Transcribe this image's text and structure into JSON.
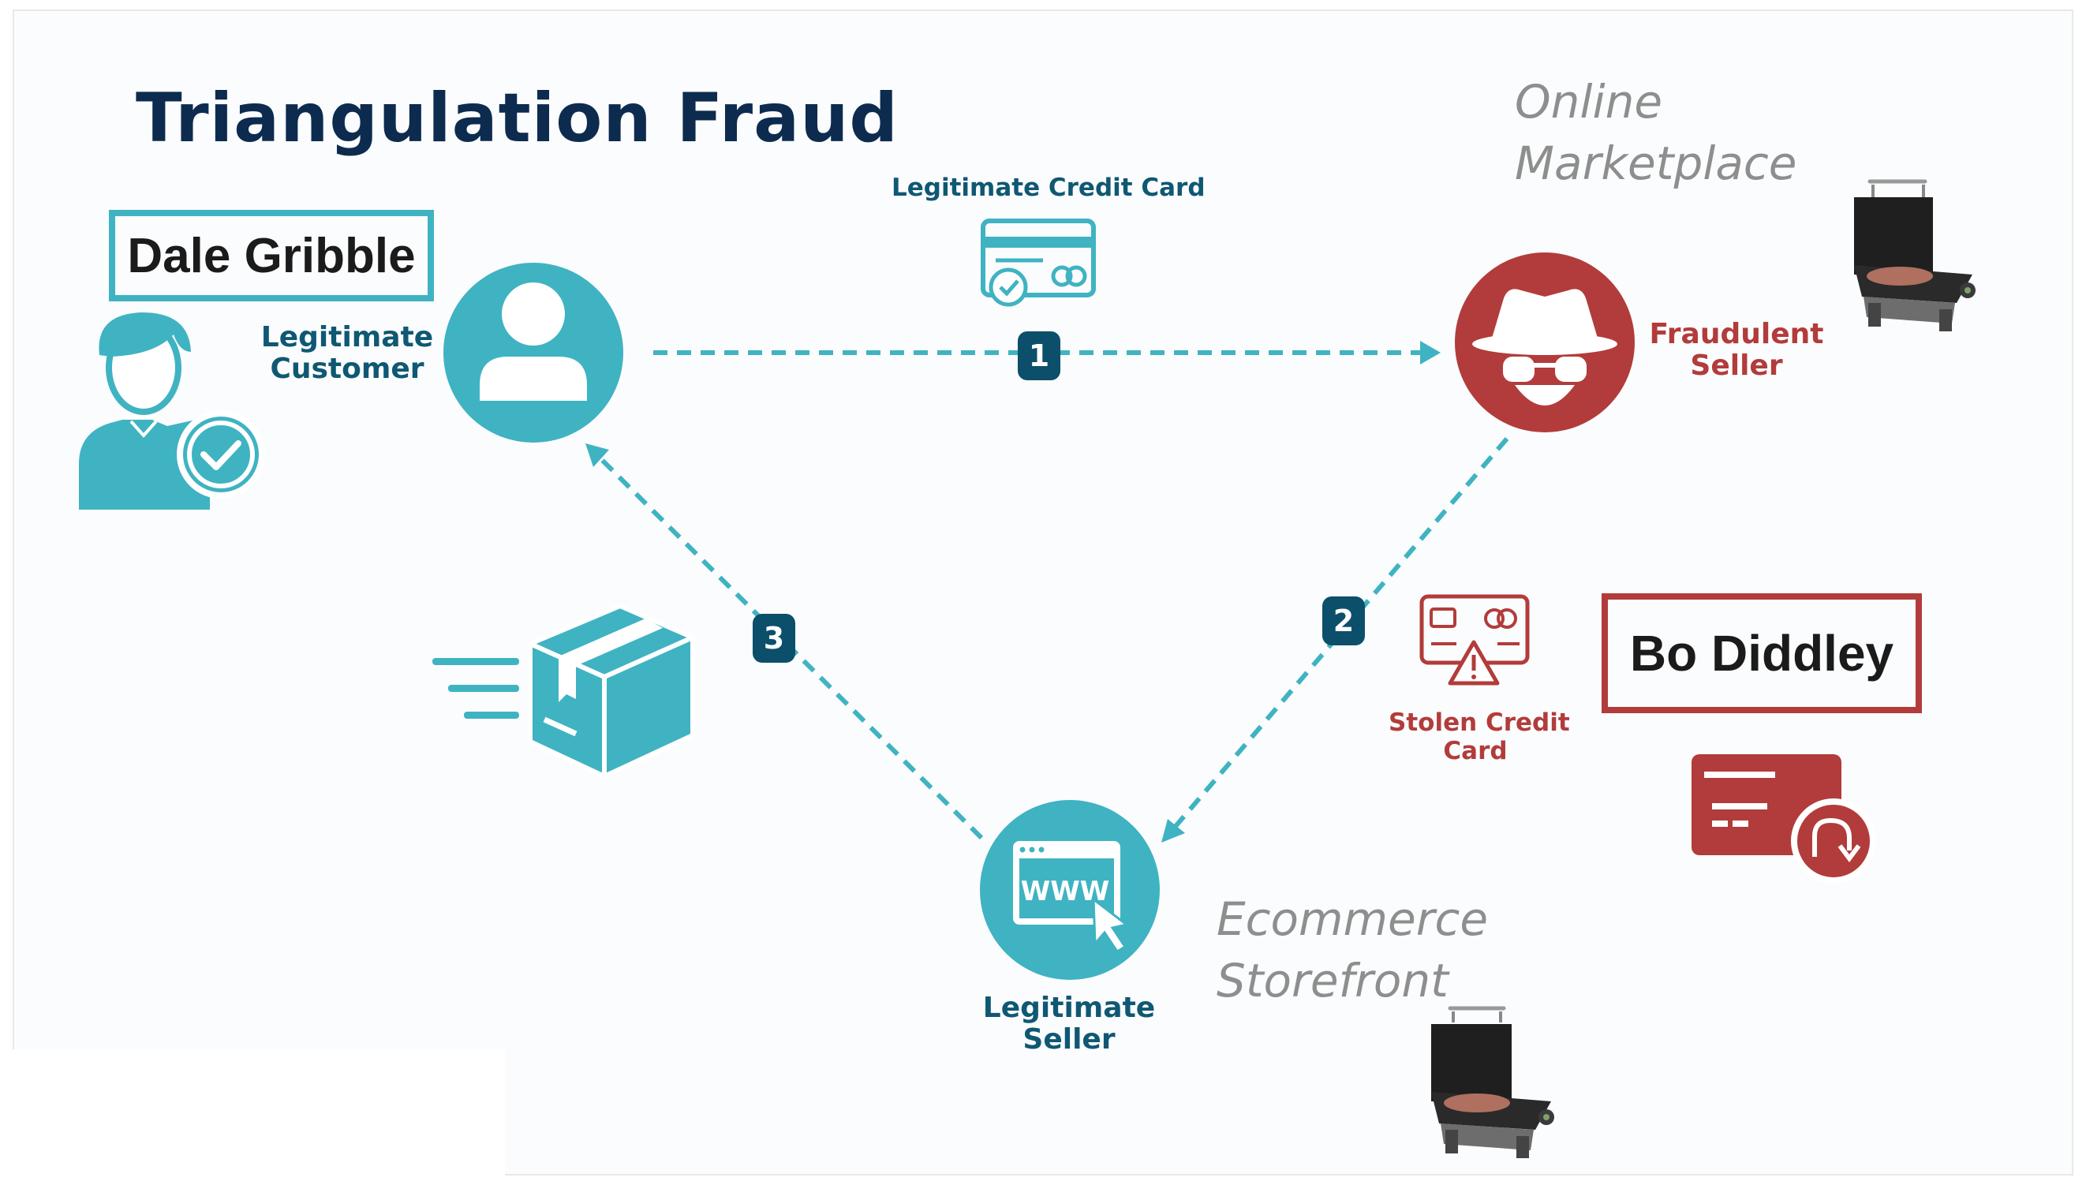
{
  "title": "Triangulation Fraud",
  "name_boxes": {
    "customer_name": "Dale Gribble",
    "fraudster_name": "Bo Diddley"
  },
  "annotations": {
    "marketplace_line1": "Online",
    "marketplace_line2": "Marketplace",
    "storefront_line1": "Ecommerce",
    "storefront_line2": "Storefront"
  },
  "nodes": {
    "customer": {
      "line1": "Legitimate",
      "line2": "Customer"
    },
    "fraud_seller": {
      "line1": "Fraudulent",
      "line2": "Seller"
    },
    "legit_seller": {
      "line1": "Legitimate",
      "line2": "Seller"
    }
  },
  "edges": {
    "legit_card_label": "Legitimate Credit Card",
    "stolen_card_line1": "Stolen Credit",
    "stolen_card_line2": "Card",
    "badges": [
      "1",
      "2",
      "3"
    ],
    "website_text": "WWW"
  },
  "colors": {
    "teal": "#3fb3c2",
    "navy": "#0d2b4f",
    "badge": "#0c4f6b",
    "red": "#b23c3b",
    "note_gray": "#8e8e8e"
  },
  "icons": [
    "user-check-icon",
    "person-icon",
    "spy-icon",
    "credit-card-check-icon",
    "credit-card-warning-icon",
    "credit-card-refund-icon",
    "website-icon",
    "package-icon",
    "griddle-icon"
  ]
}
